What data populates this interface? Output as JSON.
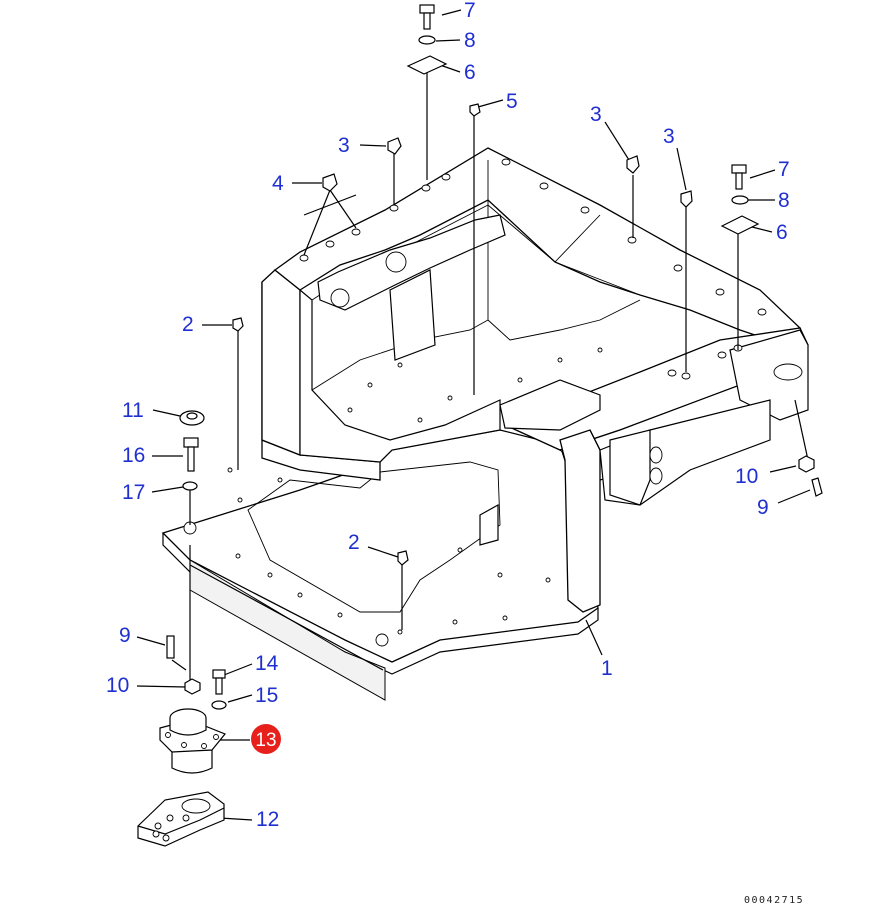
{
  "callouts": {
    "c7a": "7",
    "c8a": "8",
    "c6a": "6",
    "c5": "5",
    "c3a": "3",
    "c3b": "3",
    "c3c": "3",
    "c4": "4",
    "c7b": "7",
    "c8b": "8",
    "c6b": "6",
    "c2a": "2",
    "c2b": "2",
    "c11": "11",
    "c16": "16",
    "c17": "17",
    "c10a": "10",
    "c9a": "9",
    "c1": "1",
    "c9b": "9",
    "c10b": "10",
    "c14": "14",
    "c15": "15",
    "c13": "13",
    "c12": "12"
  },
  "highlight": {
    "part_number": "13",
    "color": "#e8201c"
  },
  "colors": {
    "callout_text": "#1f2fd0",
    "line": "#000000"
  },
  "document_id": "00042715"
}
